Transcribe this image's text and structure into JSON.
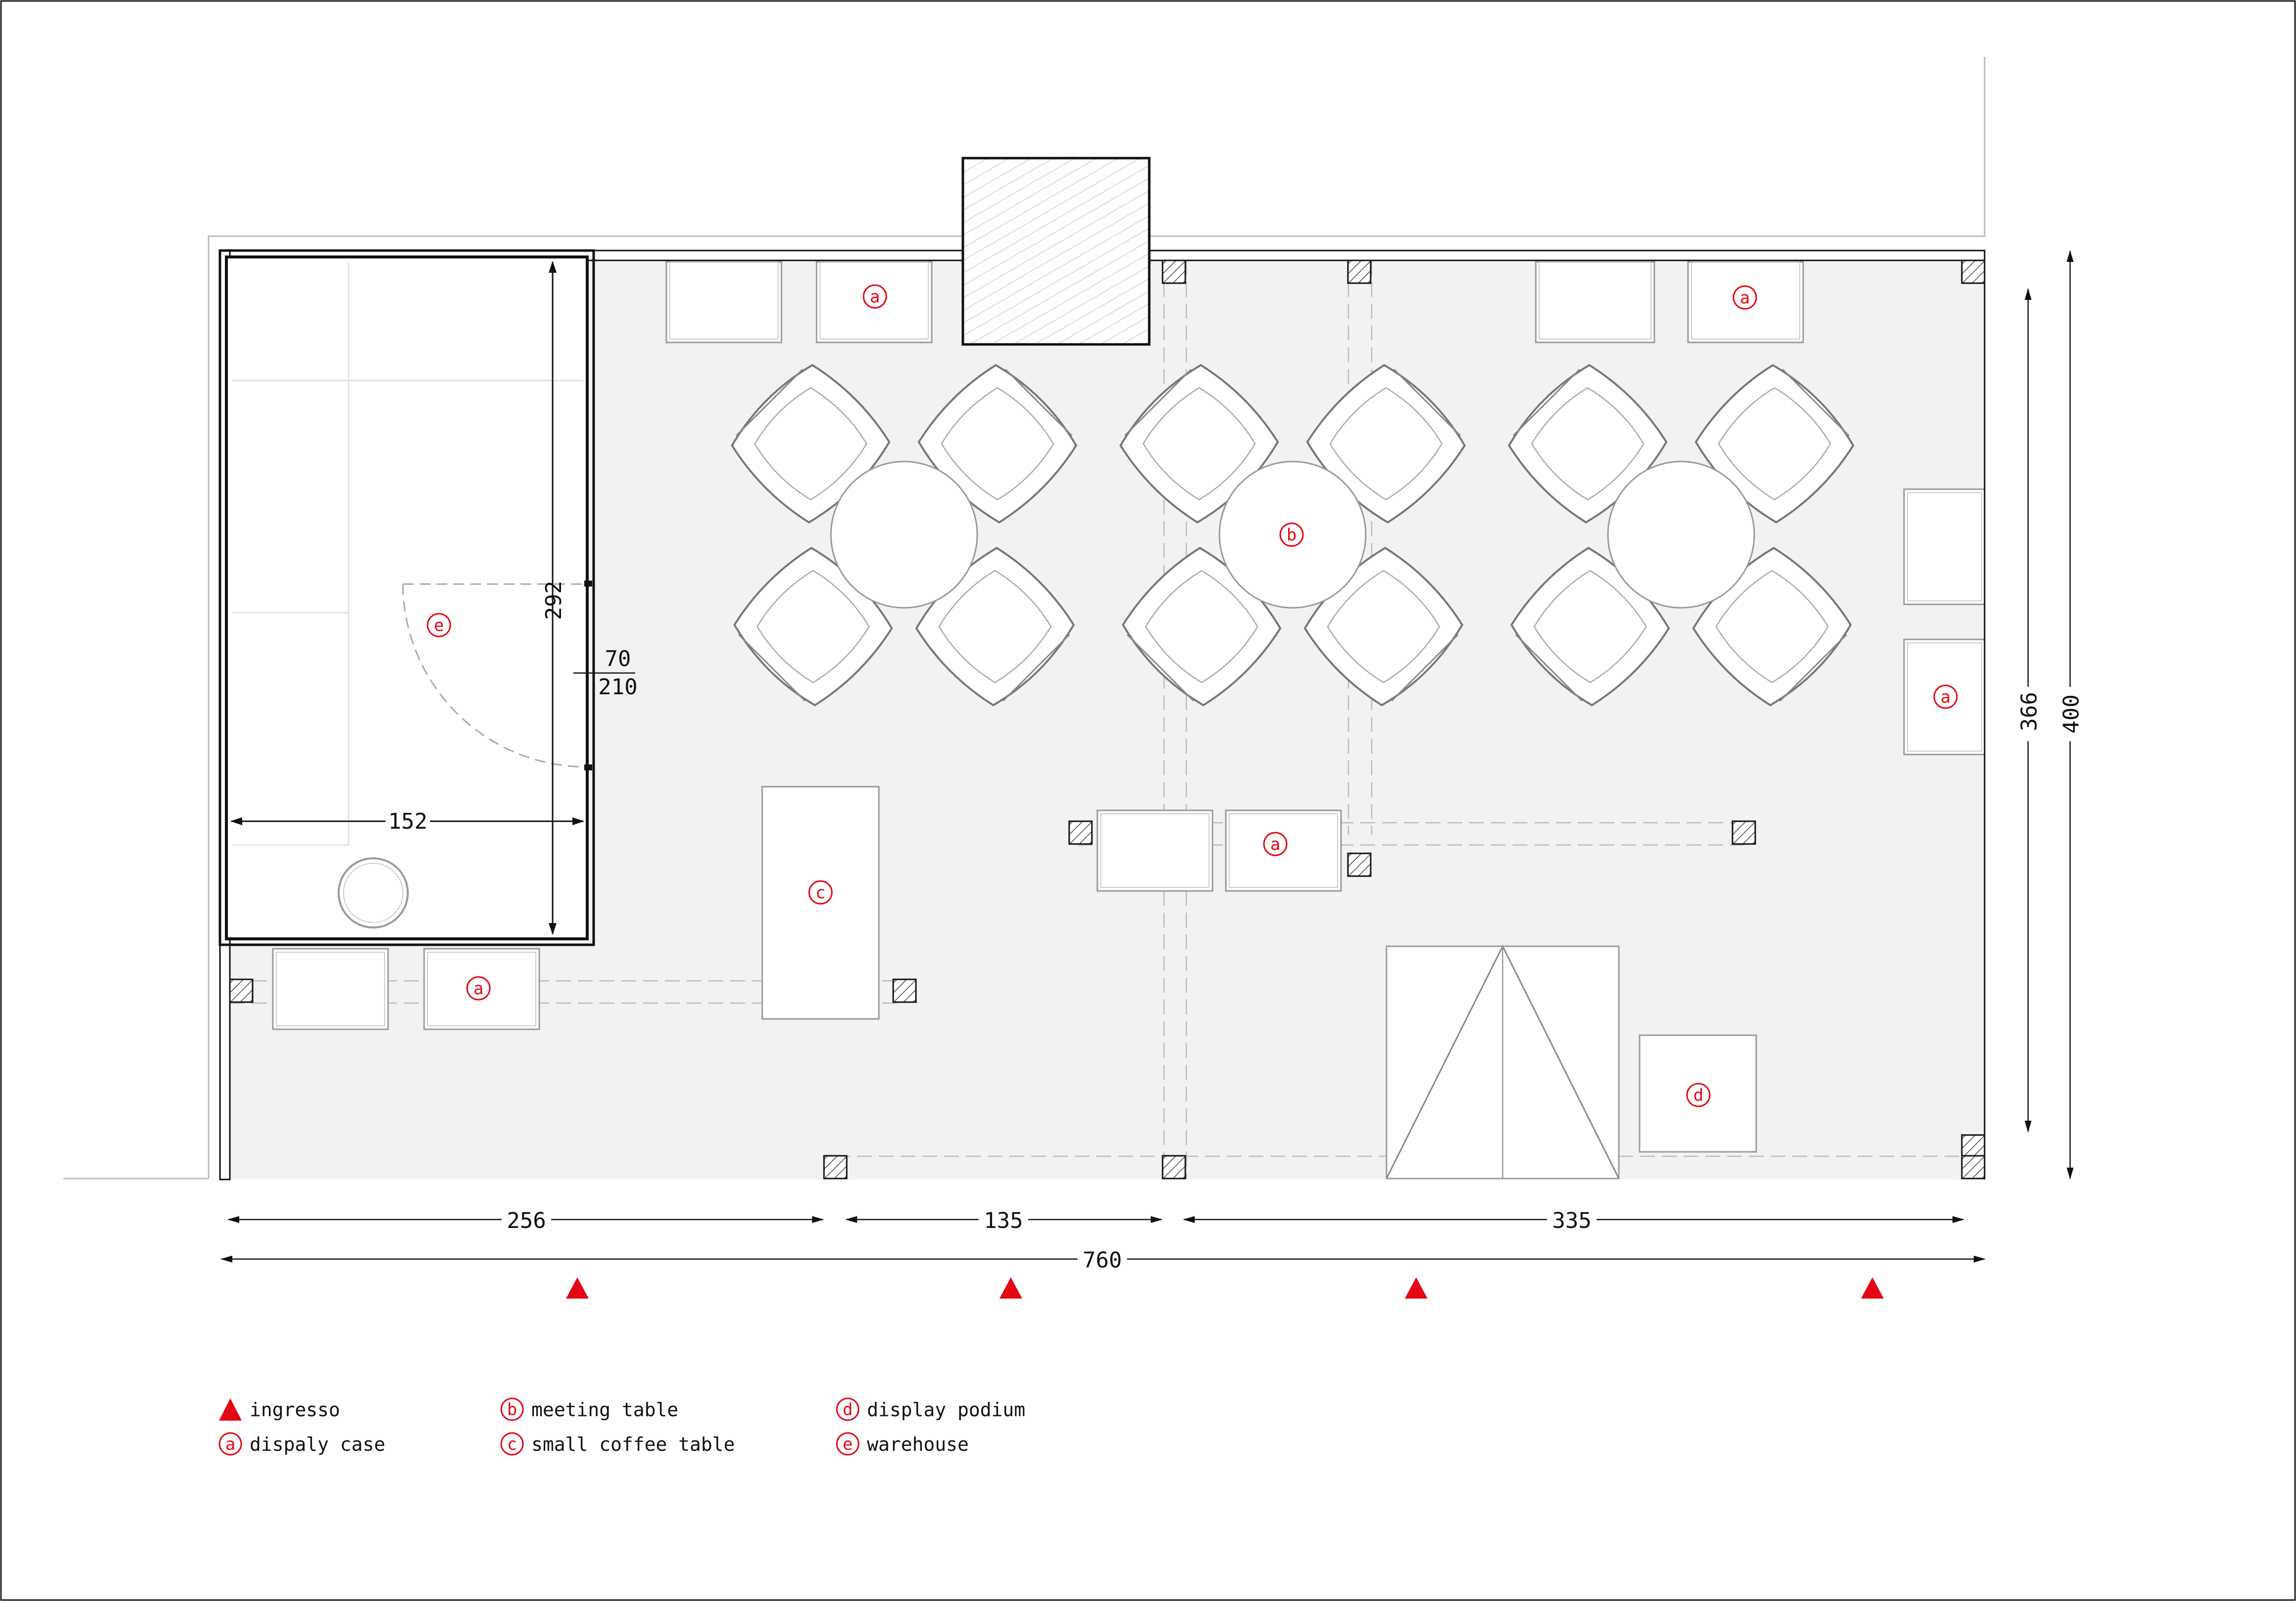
{
  "dimensions": {
    "seg_1": "256",
    "seg_2": "135",
    "seg_3": "335",
    "total_width": "760",
    "depth_inner": "366",
    "depth_total": "400",
    "warehouse_depth": "292",
    "warehouse_width": "152",
    "door_width": "70",
    "door_height": "210"
  },
  "tags": {
    "a": "a",
    "b": "b",
    "c": "c",
    "d": "d",
    "e": "e"
  },
  "legend": {
    "entrance": "ingresso",
    "display_case": "dispaly case",
    "meeting_table": "meeting table",
    "small_coffee_table": "small coffee table",
    "display_podium": "display podium",
    "warehouse": "warehouse"
  },
  "colors": {
    "accent": "#e30613",
    "floor": "#f2f2f2",
    "line": "#111111"
  }
}
